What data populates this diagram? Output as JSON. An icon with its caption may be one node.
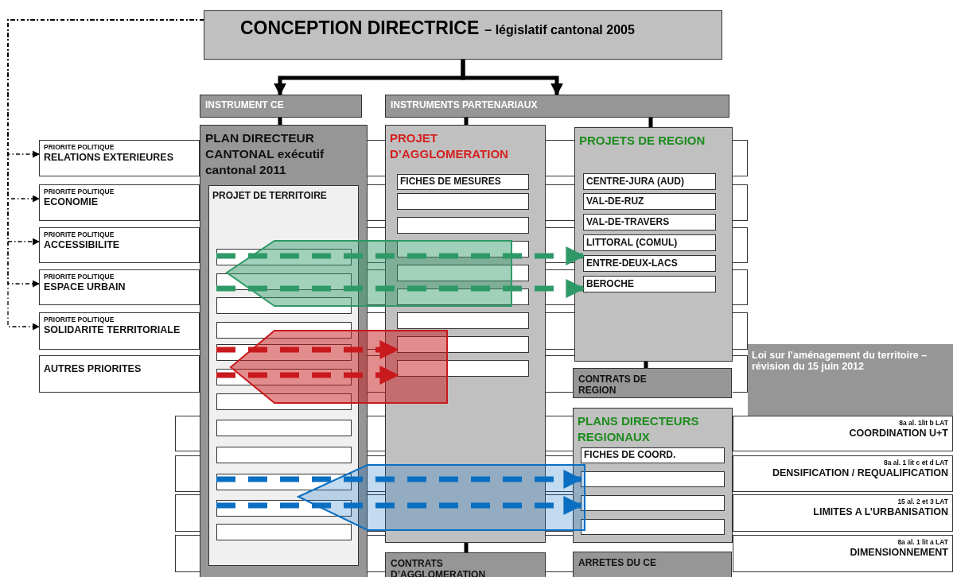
{
  "diagram": {
    "nodes": [
      {
        "text": [
          "CONCEPTION DIRECTRICE",
          "– législatif cantonal 2005"
        ]
      },
      {
        "text": [
          "INSTRUMENT CE"
        ]
      },
      {
        "text": [
          "INSTRUMENTS PARTENARIAUX"
        ]
      },
      {
        "text": [
          "PRIORITE POLITIQUE",
          "RELATIONS EXTERIEURES"
        ]
      },
      {
        "text": [
          "PRIORITE POLITIQUE",
          "ECONOMIE"
        ]
      },
      {
        "text": [
          "PRIORITE POLITIQUE",
          "ACCESSIBILITE"
        ]
      },
      {
        "text": [
          "PRIORITE POLITIQUE",
          "ESPACE URBAIN"
        ]
      },
      {
        "text": [
          "PRIORITE POLITIQUE",
          "SOLIDARITE TERRITORIALE"
        ]
      },
      {
        "text": [
          "AUTRES PRIORITES"
        ]
      },
      {
        "text": [
          "PLAN DIRECTEUR CANTONAL exécutif cantonal 2011"
        ]
      },
      {
        "text": [
          "PROJET DE TERRITOIRE"
        ],
        "in": 9
      },
      {
        "text": [],
        "shape": "box",
        "in": 10
      },
      {
        "text": [],
        "shape": "box",
        "in": 10
      },
      {
        "text": [],
        "shape": "box",
        "in": 10
      },
      {
        "text": [],
        "shape": "box",
        "in": 10
      },
      {
        "text": [],
        "shape": "box",
        "in": 10
      },
      {
        "text": [],
        "shape": "box",
        "in": 10
      },
      {
        "text": [],
        "shape": "box",
        "in": 10
      },
      {
        "text": [],
        "shape": "box",
        "in": 10
      },
      {
        "text": [],
        "shape": "box",
        "in": 10
      },
      {
        "text": [],
        "shape": "box",
        "in": 10
      },
      {
        "text": [],
        "shape": "box",
        "in": 10
      },
      {
        "text": [],
        "shape": "box",
        "in": 10
      },
      {
        "text": [
          "PROJET D’AGGLOMERATION"
        ]
      },
      {
        "text": [
          "FICHES DE MESURES"
        ],
        "in": 23
      },
      {
        "text": [],
        "shape": "box",
        "in": 23
      },
      {
        "text": [],
        "shape": "box",
        "in": 23
      },
      {
        "text": [],
        "shape": "box",
        "in": 23
      },
      {
        "text": [],
        "shape": "box",
        "in": 23
      },
      {
        "text": [],
        "shape": "box",
        "in": 23
      },
      {
        "text": [],
        "shape": "box",
        "in": 23
      },
      {
        "text": [],
        "shape": "box",
        "in": 23
      },
      {
        "text": [],
        "shape": "box",
        "in": 23
      },
      {
        "text": [
          "PROJETS DE REGION"
        ]
      },
      {
        "text": [
          "CENTRE-JURA (AUD)"
        ],
        "in": 33
      },
      {
        "text": [
          "VAL-DE-RUZ"
        ],
        "in": 33
      },
      {
        "text": [
          "VAL-DE-TRAVERS"
        ],
        "in": 33
      },
      {
        "text": [
          "LITTORAL (COMUL)"
        ],
        "in": 33
      },
      {
        "text": [
          "ENTRE-DEUX-LACS"
        ],
        "in": 33
      },
      {
        "text": [
          "BEROCHE"
        ],
        "in": 33
      },
      {
        "text": [
          "CONTRATS DE REGION"
        ]
      },
      {
        "text": [
          "Loi sur l’aménagement du territoire – révision du 15 juin 2012"
        ]
      },
      {
        "text": [
          "8a al. 1lit b LAT",
          "COORDINATION U+T"
        ]
      },
      {
        "text": [
          "8a al. 1 lit c et d LAT",
          "DENSIFICATION / REQUALIFICATION"
        ]
      },
      {
        "text": [
          "15 al. 2 et 3 LAT",
          "LIMITES A L’URBANISATION"
        ]
      },
      {
        "text": [
          "8a al. 1 lit a LAT",
          "DIMENSIONNEMENT"
        ]
      },
      {
        "text": [
          "PLANS DIRECTEURS REGIONAUX"
        ]
      },
      {
        "text": [
          "FICHES DE COORD."
        ],
        "in": 46
      },
      {
        "text": [],
        "shape": "box",
        "in": 46
      },
      {
        "text": [],
        "shape": "box",
        "in": 46
      },
      {
        "text": [],
        "shape": "box",
        "in": 46
      },
      {
        "text": [
          "CONTRATS D’AGGLOMERATION"
        ]
      },
      {
        "text": [
          "ARRETES DU CE"
        ]
      }
    ],
    "edges": [
      {
        "from": 0,
        "to": 3,
        "arrow": "to",
        "style": "dashed"
      },
      {
        "from": 0,
        "to": 4,
        "arrow": "to",
        "style": "dashed"
      },
      {
        "from": 0,
        "to": 5,
        "arrow": "to",
        "style": "dashed"
      },
      {
        "from": 0,
        "to": 6,
        "arrow": "to",
        "style": "dashed"
      },
      {
        "from": 0,
        "to": 7,
        "arrow": "to",
        "style": "dashed"
      },
      {
        "from": 0,
        "to": 1,
        "arrow": "to"
      },
      {
        "from": 0,
        "to": 2,
        "arrow": "to"
      },
      {
        "from": 1,
        "to": 9,
        "arrow": "none"
      },
      {
        "from": 2,
        "to": 23,
        "arrow": "none"
      },
      {
        "from": 2,
        "to": 33,
        "arrow": "none"
      },
      {
        "from": 33,
        "to": 40,
        "arrow": "none"
      },
      {
        "from": 23,
        "to": 51,
        "arrow": "none"
      },
      {
        "from": 11,
        "to": 38,
        "arrow": "to",
        "style": "dashed",
        "color": "#2e9966"
      },
      {
        "from": 12,
        "to": 39,
        "arrow": "to",
        "style": "dashed",
        "color": "#2e9966"
      },
      {
        "from": 15,
        "to": 31,
        "arrow": "to",
        "style": "dashed",
        "color": "#c8191c"
      },
      {
        "from": 16,
        "to": 32,
        "arrow": "to",
        "style": "dashed",
        "color": "#c8191c"
      },
      {
        "from": 20,
        "to": 48,
        "arrow": "to",
        "style": "dashed",
        "color": "#0a6fc2"
      },
      {
        "from": 21,
        "to": 49,
        "arrow": "to",
        "style": "dashed",
        "color": "#0a6fc2"
      }
    ]
  }
}
